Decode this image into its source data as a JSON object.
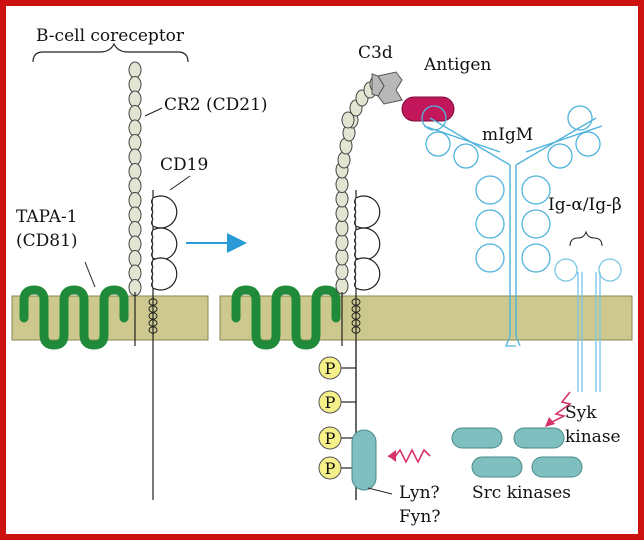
{
  "labels": {
    "coreceptor": "B-cell coreceptor",
    "cr2": "CR2 (CD21)",
    "cd19": "CD19",
    "tapa1_line1": "TAPA-1",
    "tapa1_line2": "(CD81)",
    "c3d": "C3d",
    "antigen": "Antigen",
    "migm": "mIgM",
    "ig_ab": "Ig-α/Ig-β",
    "syk_line1": "Syk",
    "syk_line2": "kinase",
    "src": "Src kinases",
    "lyn": "Lyn?",
    "fyn": "Fyn?",
    "phospho": "P"
  },
  "colors": {
    "frame": "#cc1111",
    "membrane": "#cdc88e",
    "membrane_edge": "#8a8550",
    "tapa": "#1f8a3a",
    "cr2_bead": "#e4e4d2",
    "igm": "#4fb3dc",
    "ig_ab": "#7ac6e6",
    "antigen": "#c2185b",
    "c3d": "#b8b8b8",
    "kinase": "#7fbfbf",
    "phospho": "#f5f08a",
    "arrow_blue": "#2a9ad6",
    "arrow_red": "#d6336c"
  }
}
